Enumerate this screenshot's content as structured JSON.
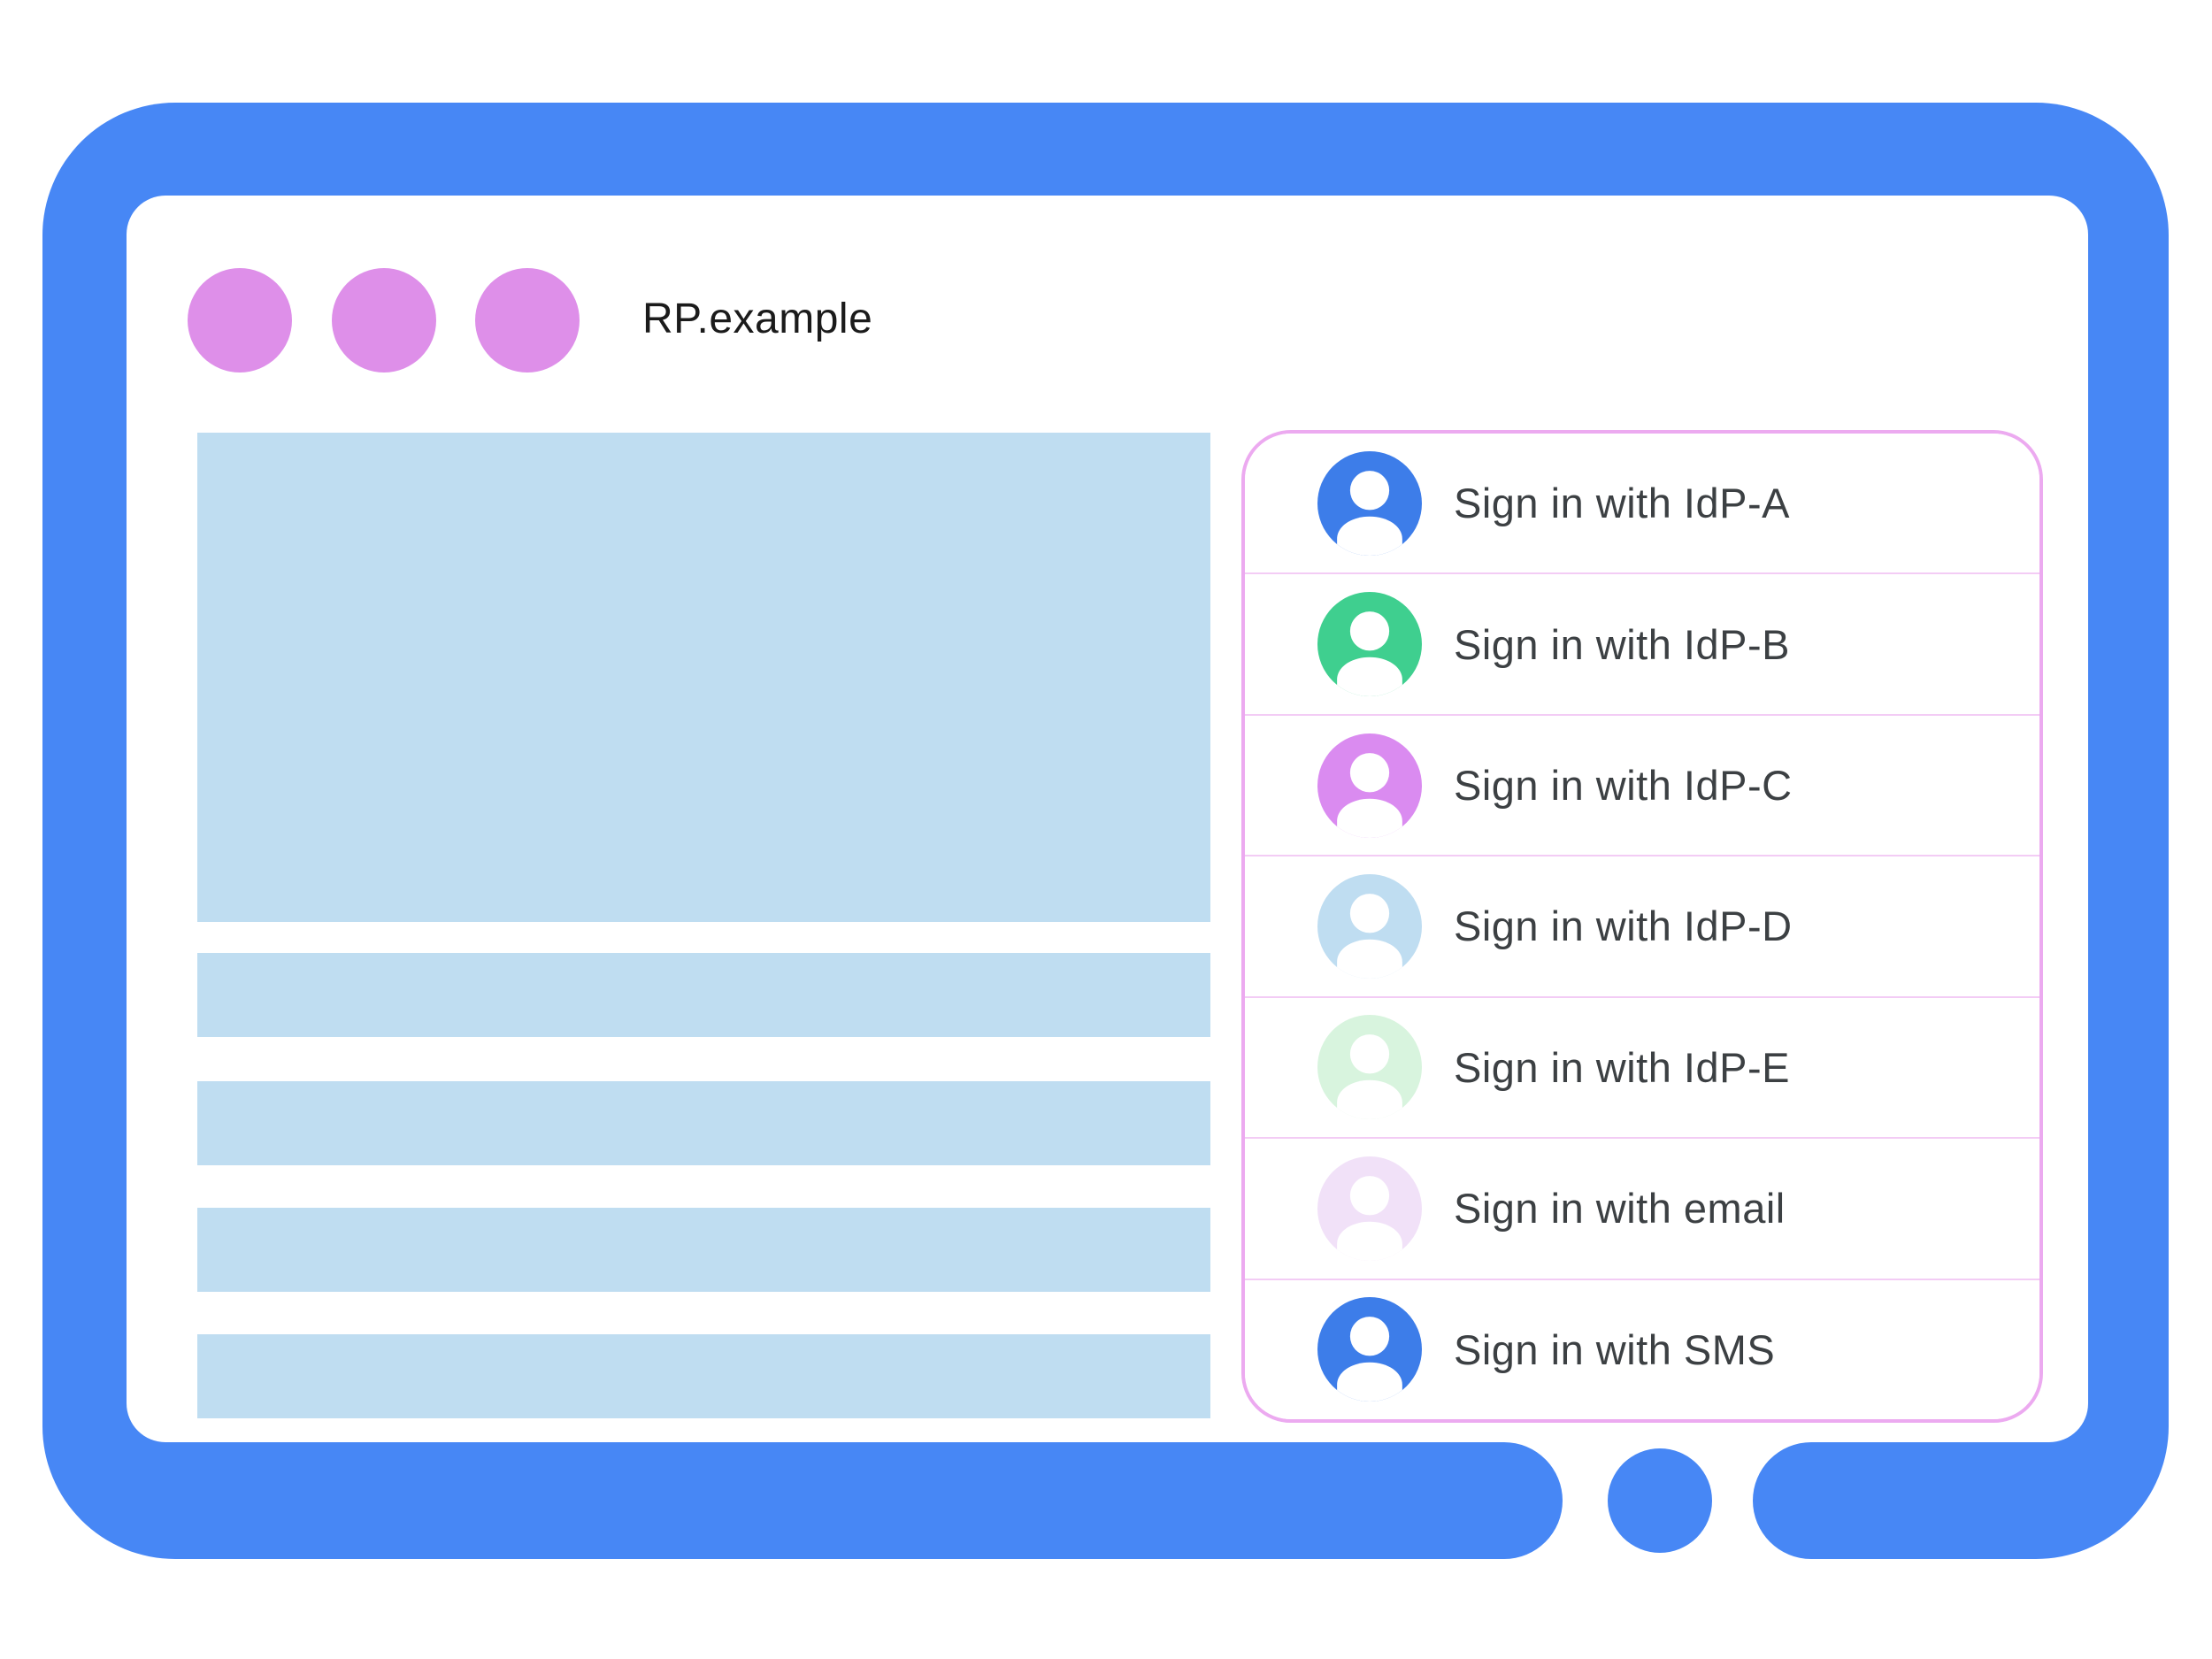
{
  "window": {
    "title": "RP.example"
  },
  "palette": {
    "frame": "#4787F5",
    "window_dot": "#DE8FE9",
    "content_placeholder": "#BFDDF1",
    "panel_border": "#ECAAF0",
    "panel_divider": "#F3CCF5",
    "label_text": "#3C4043",
    "home_button": "#4787F5"
  },
  "signin": {
    "items": [
      {
        "label": "Sign in with IdP-A",
        "icon": "account-avatar-icon",
        "color": "#3D7DE9"
      },
      {
        "label": "Sign in with IdP-B",
        "icon": "account-avatar-icon",
        "color": "#3FCF8F"
      },
      {
        "label": "Sign in with IdP-C",
        "icon": "account-avatar-icon",
        "color": "#DA8BF0"
      },
      {
        "label": "Sign in with IdP-D",
        "icon": "account-avatar-icon",
        "color": "#BFDDF1"
      },
      {
        "label": "Sign in with IdP-E",
        "icon": "account-avatar-icon",
        "color": "#D8F4DE"
      },
      {
        "label": "Sign in with email",
        "icon": "account-avatar-icon",
        "color": "#F1E1F8"
      },
      {
        "label": "Sign in with SMS",
        "icon": "account-avatar-icon",
        "color": "#3D7DE9"
      }
    ]
  }
}
